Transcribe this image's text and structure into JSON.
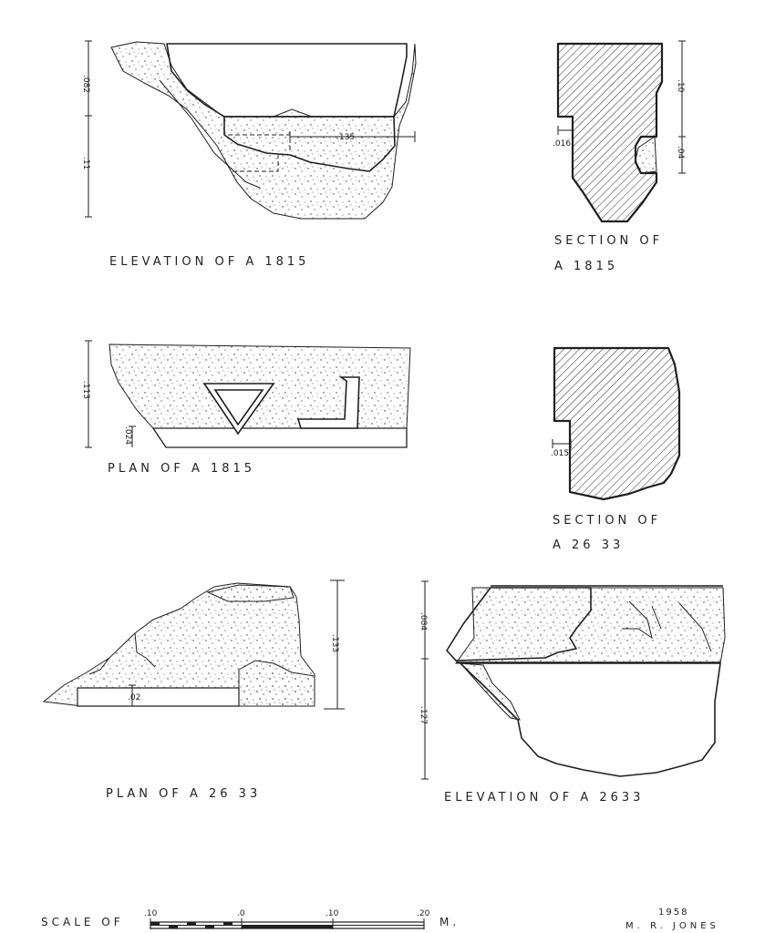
{
  "captions": {
    "elevation_a1815": "ELEVATION OF A 1815",
    "section_a1815_line1": "SECTION OF",
    "section_a1815_line2": "A 1815",
    "plan_a1815": "PLAN OF A 1815",
    "section_a2633_line1": "SECTION OF",
    "section_a2633_line2": "A 26 33",
    "plan_a2633": "PLAN OF A 26 33",
    "elevation_a2633": "ELEVATION OF A 2633"
  },
  "dimensions": {
    "elev_a1815_upper": ".082",
    "elev_a1815_lower": ".11",
    "elev_a1815_width": ".135",
    "sect_a1815_upper": ".10",
    "sect_a1815_lower": ".04",
    "sect_a1815_offset": ".016",
    "plan_a1815_height": ".113",
    "plan_a1815_depth": ".024",
    "sect_a2633_offset": ".015",
    "plan_a2633_height": ".133",
    "plan_a2633_depth": ".02",
    "elev_a2633_upper": ".084",
    "elev_a2633_lower": ".127"
  },
  "scale": {
    "label": "SCALE OF",
    "ticks": [
      ".10",
      ".0",
      ".10",
      ".20"
    ],
    "unit": "M."
  },
  "signature": {
    "year": "1958",
    "author": "M. R. JONES"
  },
  "colors": {
    "ink": "#1f1f1f",
    "paper": "#ffffff"
  }
}
